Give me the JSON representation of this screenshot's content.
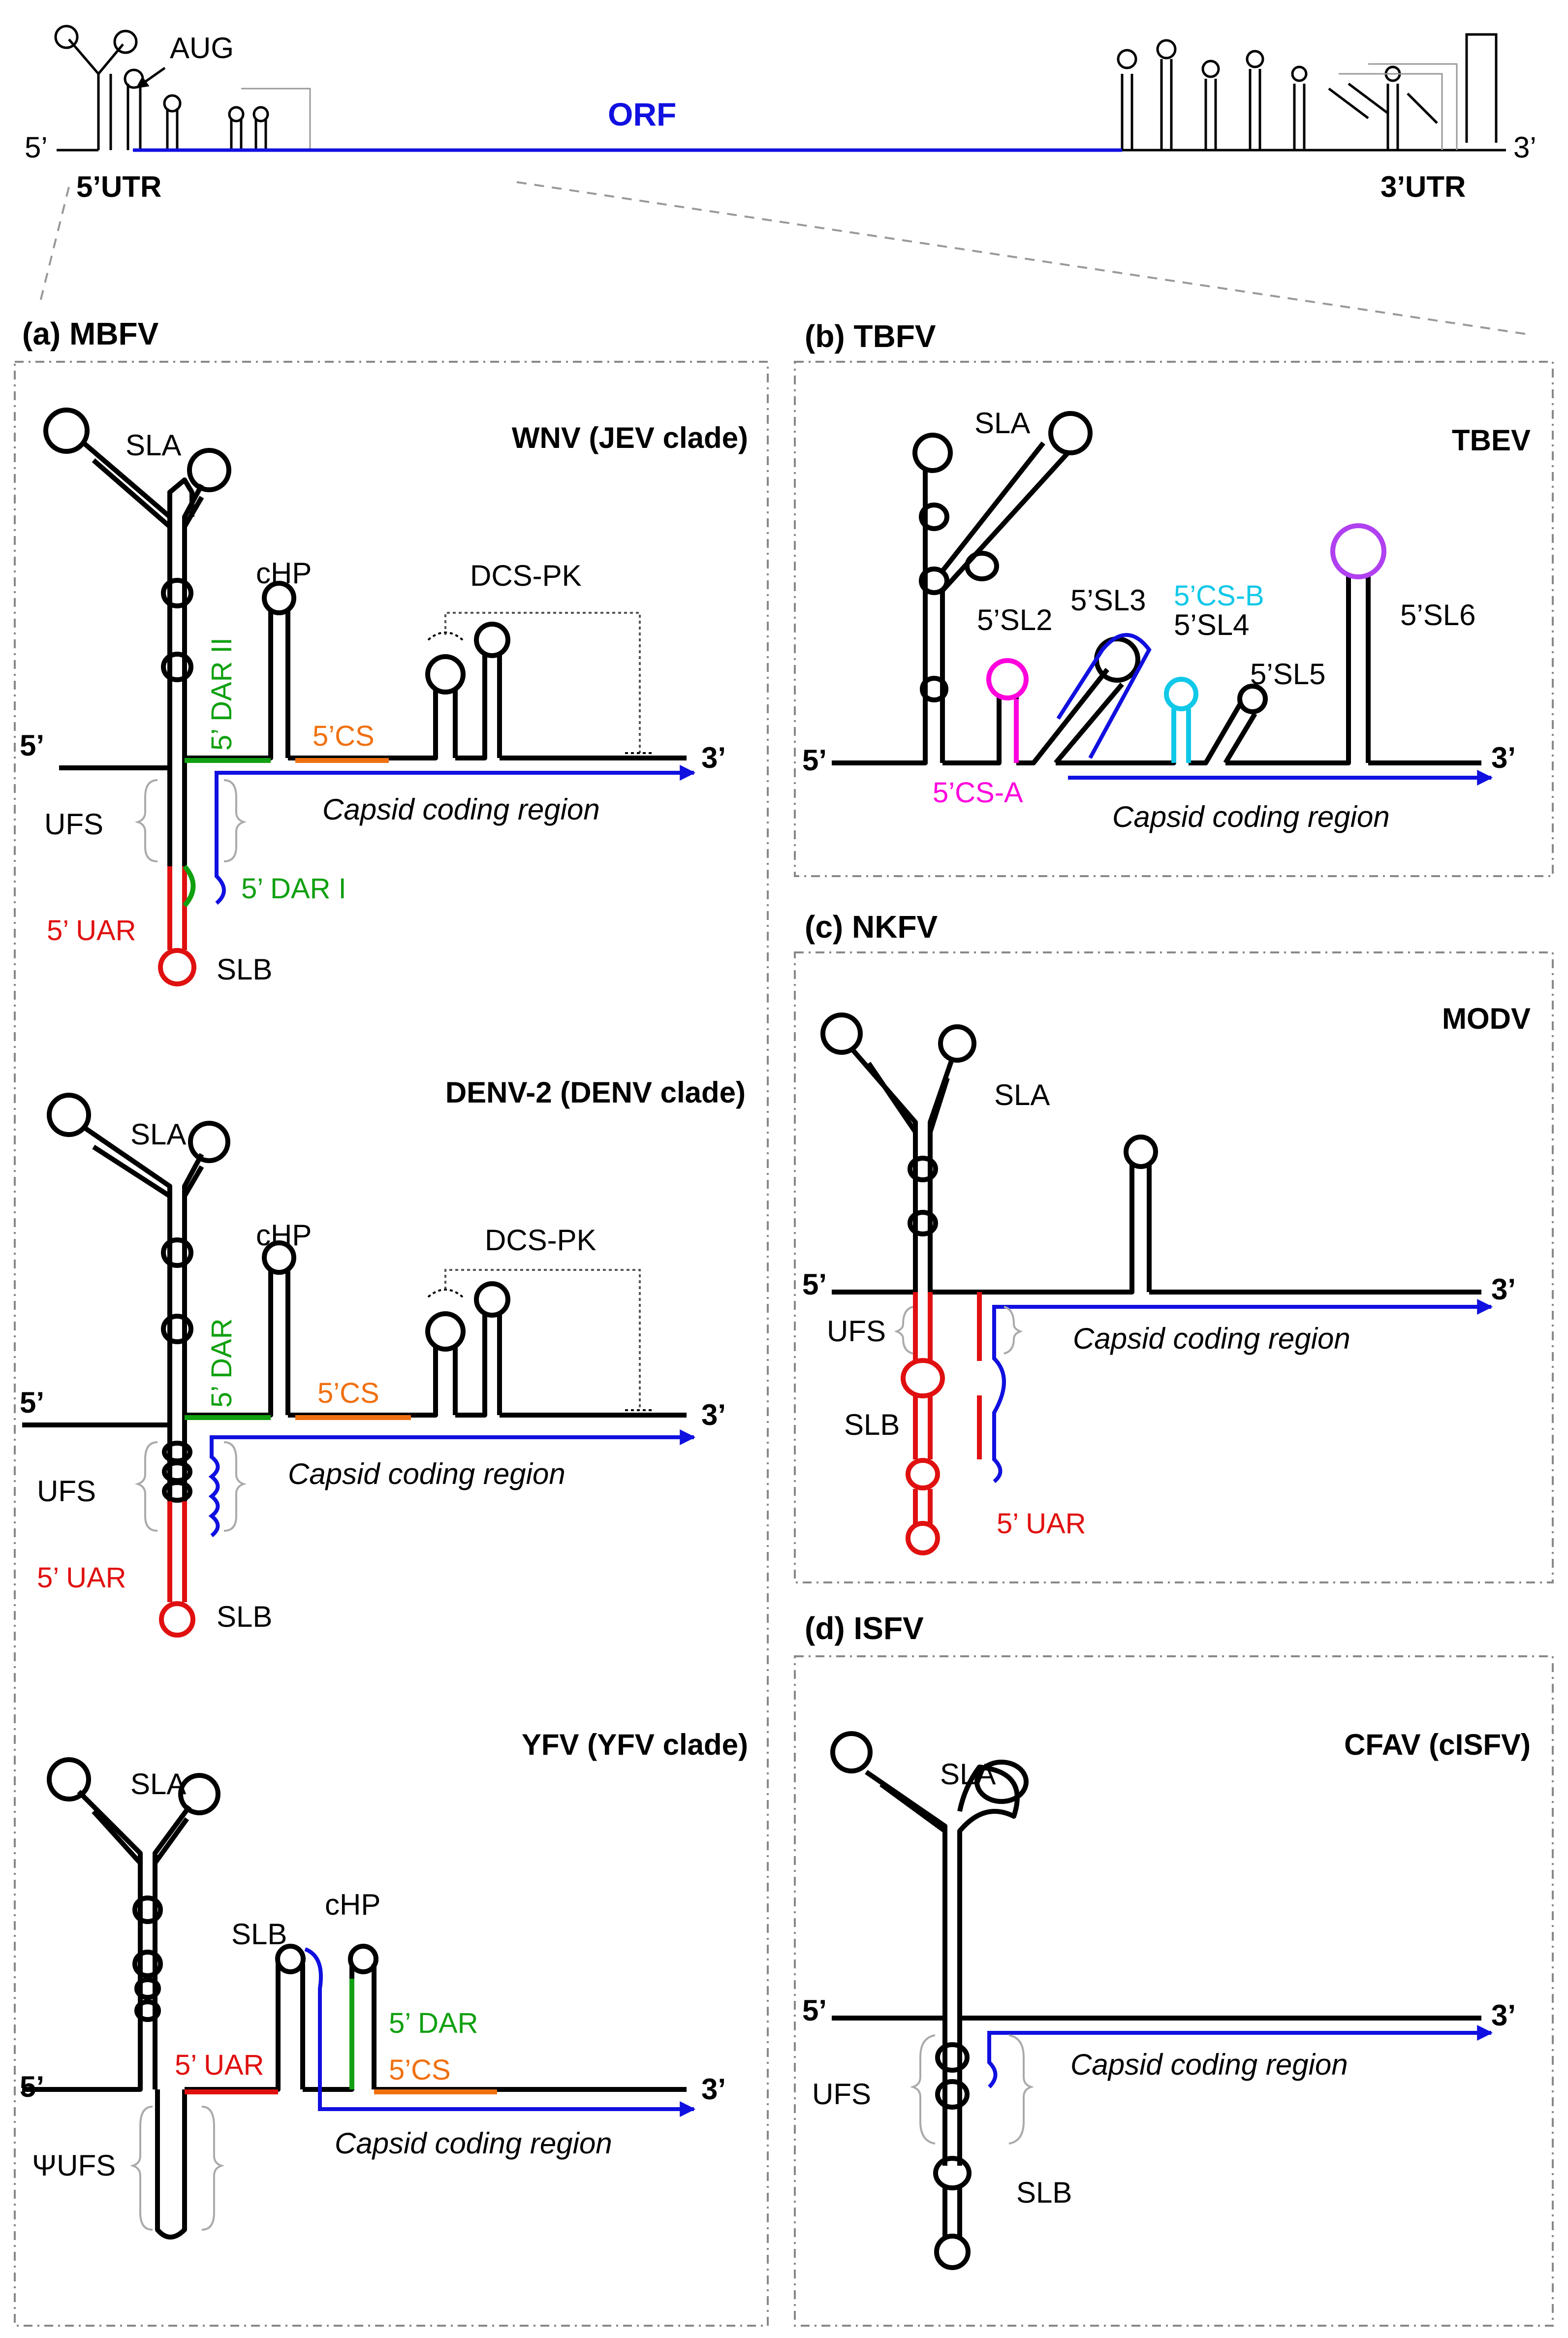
{
  "overview": {
    "end5": "5’",
    "end3": "3’",
    "utr5": "5’UTR",
    "utr3": "3’UTR",
    "orf": "ORF",
    "aug": "AUG"
  },
  "panels": {
    "a": {
      "title": "(a) MBFV",
      "wnv": {
        "name": "WNV (JEV clade)",
        "sla": "SLA",
        "slb": "SLB",
        "chp": "cHP",
        "dcs_pk": "DCS-PK",
        "dar2": "5’ DAR II",
        "dar1": "5’ DAR I",
        "cs": "5’CS",
        "ufs": "UFS",
        "uar": "5’ UAR",
        "capsid": "Capsid coding region",
        "end5": "5’",
        "end3": "3’"
      },
      "denv": {
        "name": "DENV-2 (DENV clade)",
        "sla": "SLA",
        "slb": "SLB",
        "chp": "cHP",
        "dcs_pk": "DCS-PK",
        "dar": "5’ DAR",
        "cs": "5’CS",
        "ufs": "UFS",
        "uar": "5’ UAR",
        "capsid": "Capsid coding region",
        "end5": "5’",
        "end3": "3’"
      },
      "yfv": {
        "name": "YFV (YFV clade)",
        "sla": "SLA",
        "slb": "SLB",
        "chp": "cHP",
        "dar": "5’ DAR",
        "cs": "5’CS",
        "uar": "5’ UAR",
        "ufs": "ΨUFS",
        "capsid": "Capsid coding region",
        "end5": "5’",
        "end3": "3’"
      }
    },
    "b": {
      "title": "(b) TBFV",
      "name": "TBEV",
      "sla": "SLA",
      "sl2": "5’SL2",
      "sl3": "5’SL3",
      "csb": "5’CS-B",
      "sl4": "5’SL4",
      "sl5": "5’SL5",
      "sl6": "5’SL6",
      "csa": "5’CS-A",
      "capsid": "Capsid coding region",
      "end5": "5’",
      "end3": "3’"
    },
    "c": {
      "title": "(c) NKFV",
      "name": "MODV",
      "sla": "SLA",
      "slb": "SLB",
      "ufs": "UFS",
      "uar": "5’ UAR",
      "capsid": "Capsid coding region",
      "end5": "5’",
      "end3": "3’"
    },
    "d": {
      "title": "(d) ISFV",
      "name": "CFAV (cISFV)",
      "sla": "SLA",
      "slb": "SLB",
      "ufs": "UFS",
      "capsid": "Capsid coding region",
      "end5": "5’",
      "end3": "3’"
    }
  },
  "colors": {
    "orf": "#1010e0",
    "uar": "#e01010",
    "dar": "#10a010",
    "cs": "#f07010",
    "csa": "#ff00dd",
    "csb": "#10c8e8",
    "sl6_loop": "#b040f0"
  }
}
